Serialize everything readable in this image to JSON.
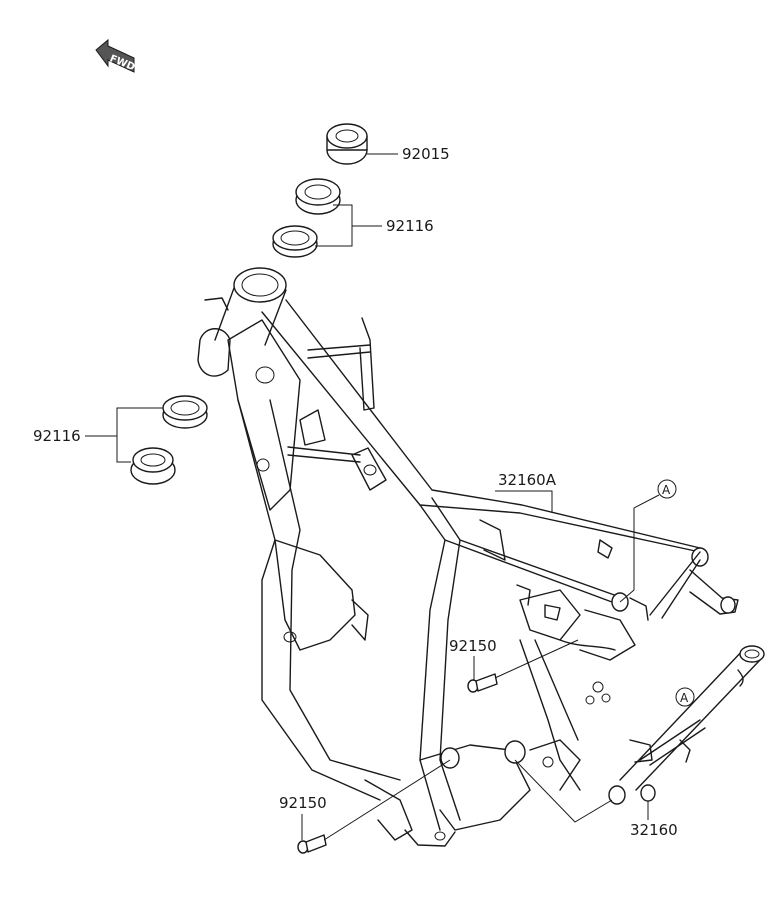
{
  "fwd_label": "FWD",
  "callouts": {
    "nut_top": "92015",
    "bearing_upper": "92116",
    "bearing_lower": "92116",
    "frame_main": "32160A",
    "bolt_mid": "92150",
    "bolt_bottom": "92150",
    "subframe": "32160"
  },
  "ref_markers": {
    "frame_ref": "A",
    "subframe_ref": "A"
  },
  "colors": {
    "line": "#1a1a1a",
    "background": "#ffffff"
  }
}
